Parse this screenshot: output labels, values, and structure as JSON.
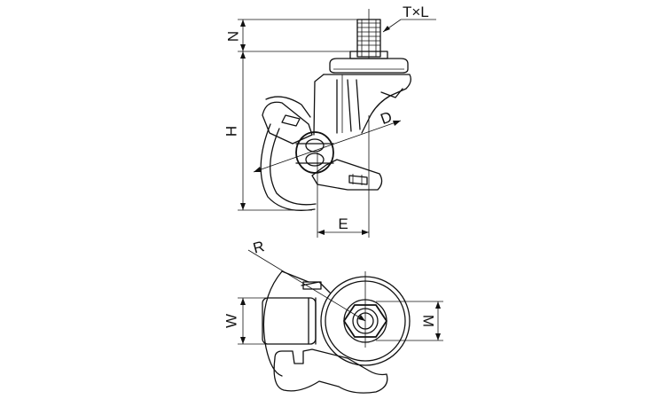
{
  "labels": {
    "thread": "T×L",
    "n": "N",
    "h": "H",
    "d": "D",
    "e": "E",
    "r": "R",
    "w": "W",
    "m": "M"
  },
  "colors": {
    "line": "#111111",
    "background": "#ffffff"
  }
}
